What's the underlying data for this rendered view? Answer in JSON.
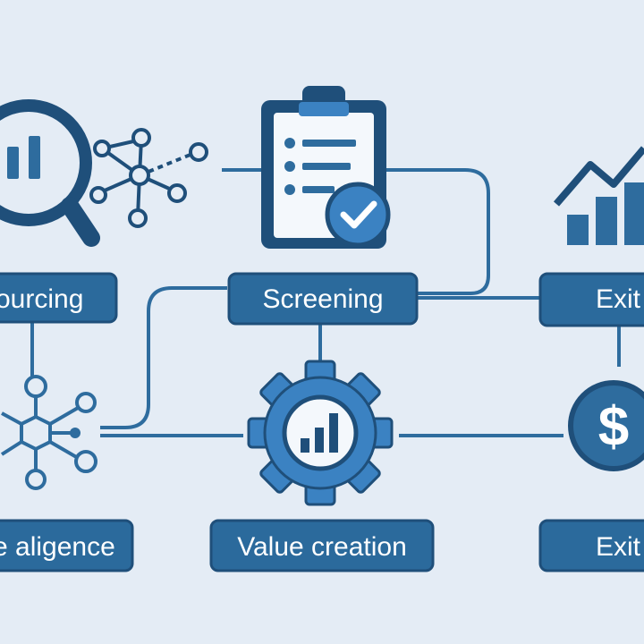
{
  "nodes": {
    "sourcing": {
      "label": "ourcing",
      "icon": "magnifier-chart-icon"
    },
    "screening": {
      "label": "Screening",
      "icon": "clipboard-check-icon"
    },
    "exit_top": {
      "label": "Exit",
      "icon": "growth-chart-icon"
    },
    "due_diligence": {
      "label": "e aligence",
      "icon": "network-hub-icon"
    },
    "value_creation": {
      "label": "Value creation",
      "icon": "gear-chart-icon"
    },
    "exit_bottom": {
      "label": "Exit",
      "icon": "dollar-coin-icon"
    }
  },
  "colors": {
    "background": "#e4ecf5",
    "navy": "#1f4f7a",
    "box": "#2b6a9c",
    "accent": "#3b82c2"
  }
}
